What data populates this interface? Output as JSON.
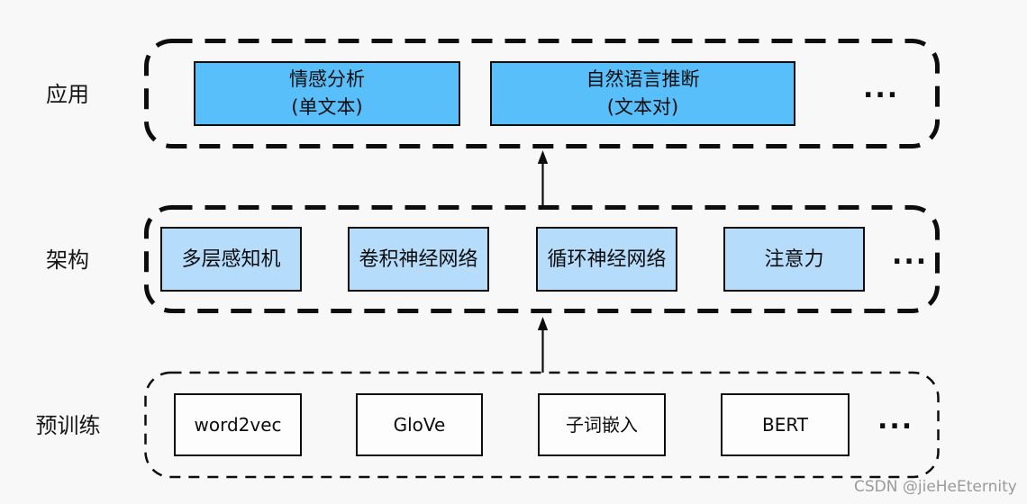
{
  "diagram": {
    "layers": [
      {
        "label": "应用",
        "ellipsis": "...",
        "boxes": [
          {
            "line1": "情感分析",
            "line2": "(单文本)"
          },
          {
            "line1": "自然语言推断",
            "line2": "(文本对)"
          }
        ]
      },
      {
        "label": "架构",
        "ellipsis": "...",
        "boxes": [
          {
            "line1": "多层感知机"
          },
          {
            "line1": "卷积神经网络"
          },
          {
            "line1": "循环神经网络"
          },
          {
            "line1": "注意力"
          }
        ]
      },
      {
        "label": "预训练",
        "ellipsis": "...",
        "boxes": [
          {
            "line1": "word2vec"
          },
          {
            "line1": "GloVe"
          },
          {
            "line1": "子词嵌入"
          },
          {
            "line1": "BERT"
          }
        ]
      }
    ],
    "colors": {
      "app_box_fill": "#58bffb",
      "arch_box_fill": "#b6dcfb",
      "pretrain_box_fill": "#fdfdfe",
      "border": "#0d0d0d",
      "background": "#f8f8f8",
      "watermark_gray": "#9a9a9a"
    },
    "watermark": "CSDN @jieHeEternity"
  }
}
